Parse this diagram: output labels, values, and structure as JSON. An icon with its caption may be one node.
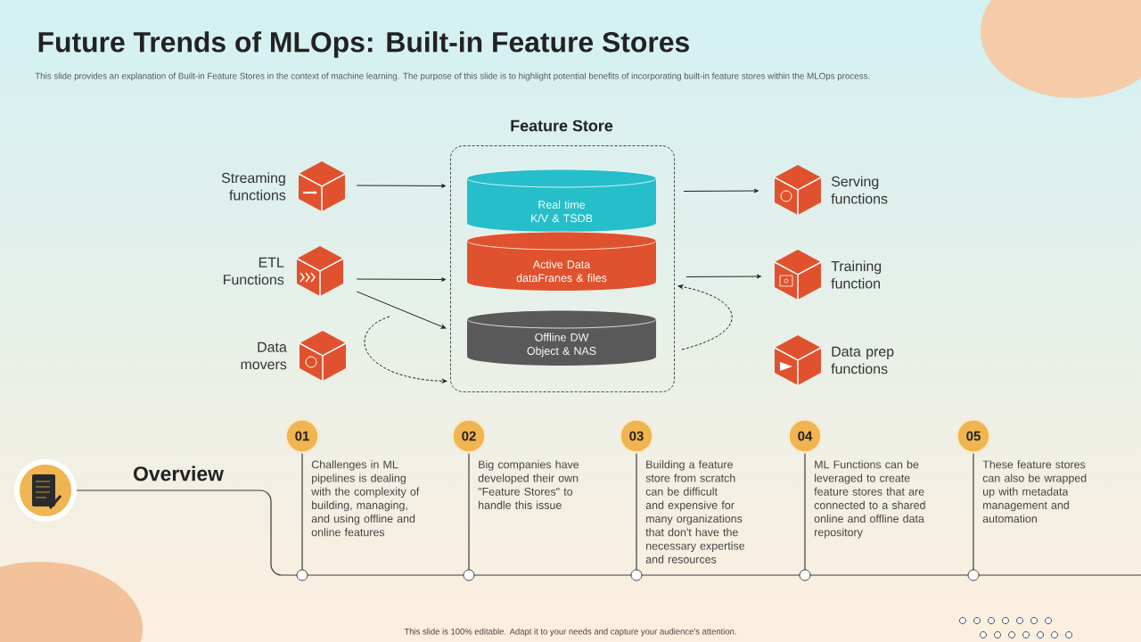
{
  "diagram": {
    "title": "Future Trends of MLOps: Built-in Feature Stores",
    "nodes": [
      {
        "text": [
          "Feature Store"
        ]
      },
      {
        "text": [
          "Real time K/V & TSDB"
        ],
        "in": 0
      },
      {
        "text": [
          "Active Data dataFranes & files"
        ],
        "in": 0
      },
      {
        "text": [
          "Offline DW Object & NAS"
        ],
        "in": 0
      },
      {
        "text": [
          "Streaming functions"
        ]
      },
      {
        "text": [
          "ETL Functions"
        ]
      },
      {
        "text": [
          "Data movers"
        ]
      },
      {
        "text": [
          "Serving functions"
        ]
      },
      {
        "text": [
          "Training function"
        ]
      },
      {
        "text": [
          "Data prep functions"
        ]
      },
      {
        "text": [
          "01"
        ],
        "beside": [
          "Challenges in ML pipelines is dealing with the complexity of building, managing, and using offline and online features"
        ]
      },
      {
        "text": [
          "02"
        ],
        "beside": [
          "Big companies have developed their own \"Feature Stores\" to handle this issue"
        ]
      },
      {
        "text": [
          "03"
        ],
        "beside": [
          "Building a feature store from scratch can be difficult and expensive for many organizations that don't have the necessary expertise and resources"
        ]
      },
      {
        "text": [
          "04"
        ],
        "beside": [
          "ML Functions can be leveraged to create feature stores that are connected to a shared online and offline data repository"
        ]
      },
      {
        "text": [
          "05"
        ],
        "beside": [
          "These feature stores can also be wrapped up with metadata management and automation"
        ]
      }
    ],
    "edges": [
      {
        "from": 4,
        "to": 0,
        "arrow": "to"
      },
      {
        "from": 5,
        "to": 0,
        "arrow": "to"
      },
      {
        "from": 5,
        "to": 0,
        "arrow": "to"
      },
      {
        "from": null,
        "to": 0,
        "arrow": "to",
        "style": "dashed"
      },
      {
        "from": 0,
        "to": 7,
        "arrow": "to"
      },
      {
        "from": 0,
        "to": 8,
        "arrow": "to"
      },
      {
        "from": null,
        "to": 0,
        "arrow": "to",
        "style": "dashed"
      }
    ],
    "labels": [
      "This slide provides an explanation of Built-in Feature Stores in the context of machine learning. The purpose of this slide is to highlight potential benefits of incorporating built-in feature stores within the MLOps process.",
      "Overview",
      "This slide is 100% editable. Adapt it to your needs and capture your audience's attention."
    ]
  }
}
